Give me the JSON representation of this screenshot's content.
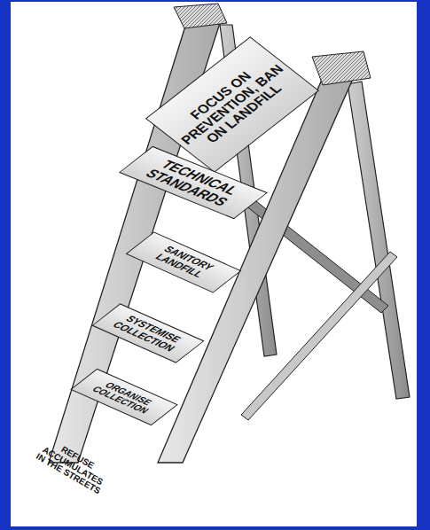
{
  "diagram": {
    "nodes": [
      {
        "text": [
          "FOCUS ON PREVENTION, BAN ON LANDFILL"
        ]
      },
      {
        "text": [
          "TECHNICAL STANDARDS"
        ]
      },
      {
        "text": [
          "SANITORY LANDFILL"
        ]
      },
      {
        "text": [
          "SYSTEMISE COLLECTION"
        ]
      },
      {
        "text": [
          "ORGANISE COLLECTION"
        ]
      }
    ],
    "labels": [
      "REFUSE ACCUMULATES IN THE STREETS"
    ]
  }
}
